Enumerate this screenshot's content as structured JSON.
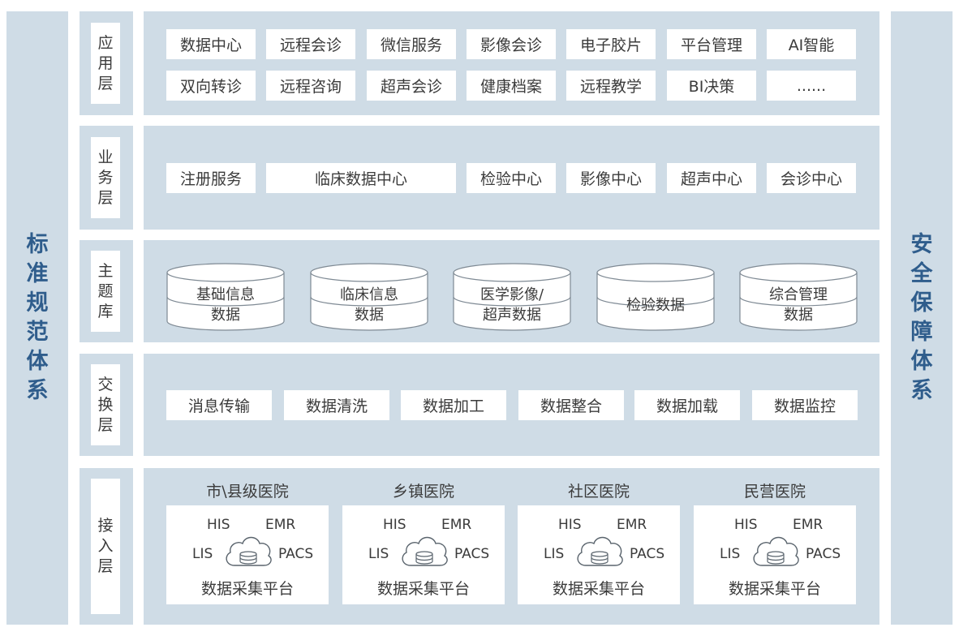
{
  "left_pillar": "标准规范体系",
  "right_pillar": "安全保障体系",
  "layers": {
    "application": {
      "label": "应用层",
      "items": [
        "数据中心",
        "远程会诊",
        "微信服务",
        "影像会诊",
        "电子胶片",
        "平台管理",
        "AI智能",
        "双向转诊",
        "远程咨询",
        "超声会诊",
        "健康档案",
        "远程教学",
        "BI决策",
        "......"
      ]
    },
    "business": {
      "label": "业务层",
      "items": [
        "注册服务",
        "临床数据中心",
        "检验中心",
        "影像中心",
        "超声中心",
        "会诊中心"
      ]
    },
    "topic": {
      "label": "主题库",
      "items": [
        {
          "line1": "基础信息",
          "line2": "数据"
        },
        {
          "line1": "临床信息",
          "line2": "数据"
        },
        {
          "line1": "医学影像/",
          "line2": "超声数据"
        },
        {
          "line1": "检验数据",
          "line2": ""
        },
        {
          "line1": "综合管理",
          "line2": "数据"
        }
      ]
    },
    "exchange": {
      "label": "交换层",
      "items": [
        "消息传输",
        "数据清洗",
        "数据加工",
        "数据整合",
        "数据加载",
        "数据监控"
      ]
    },
    "access": {
      "label": "接入层",
      "hospitals": [
        {
          "name": "市\\县级医院",
          "his": "HIS",
          "emr": "EMR",
          "lis": "LIS",
          "pacs": "PACS",
          "platform": "数据采集平台"
        },
        {
          "name": "乡镇医院",
          "his": "HIS",
          "emr": "EMR",
          "lis": "LIS",
          "pacs": "PACS",
          "platform": "数据采集平台"
        },
        {
          "name": "社区医院",
          "his": "HIS",
          "emr": "EMR",
          "lis": "LIS",
          "pacs": "PACS",
          "platform": "数据采集平台"
        },
        {
          "name": "民营医院",
          "his": "HIS",
          "emr": "EMR",
          "lis": "LIS",
          "pacs": "PACS",
          "platform": "数据采集平台"
        }
      ]
    }
  },
  "colors": {
    "panel": "#cfdce6",
    "pillar_text": "#2f5d8c",
    "box": "#ffffff",
    "text": "#3b3b3b",
    "line": "#7f8a94"
  }
}
